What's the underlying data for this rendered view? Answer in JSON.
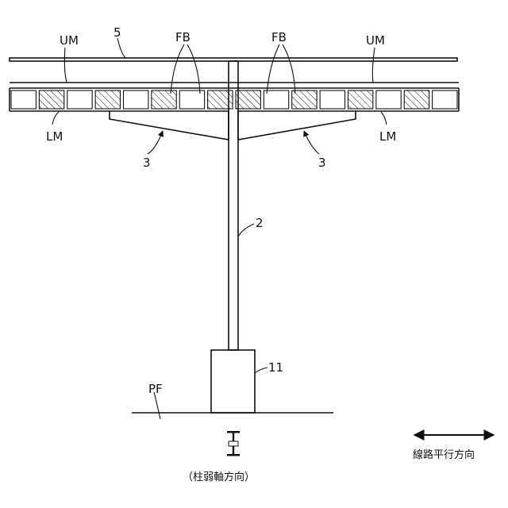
{
  "labels": {
    "roof": "5",
    "upper_member_left": "UM",
    "upper_member_right": "UM",
    "flange_beam_left": "FB",
    "flange_beam_right": "FB",
    "lower_member_left": "LM",
    "lower_member_right": "LM",
    "brace_left": "3",
    "brace_right": "3",
    "column": "2",
    "footing": "11",
    "platform": "PF"
  },
  "legends": {
    "column_weak_axis": "（柱弱軸方向）",
    "track_parallel": "線路平行方向"
  },
  "cells": {
    "count": 16,
    "pattern": [
      "plain",
      "hatched",
      "plain",
      "hatched",
      "plain",
      "hatched",
      "plain",
      "hatched",
      "hatched",
      "plain",
      "hatched",
      "plain",
      "hatched",
      "plain",
      "hatched",
      "plain"
    ]
  }
}
